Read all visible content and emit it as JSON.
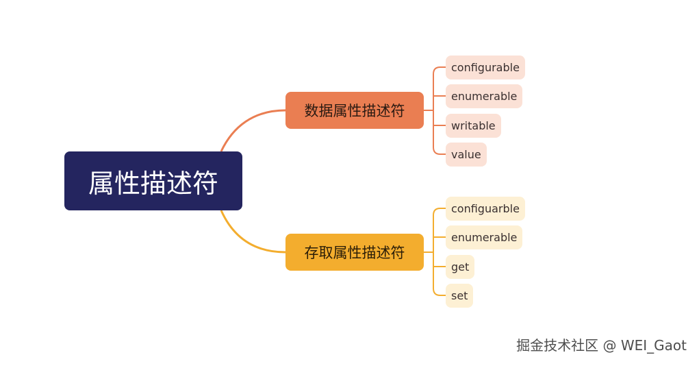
{
  "colors": {
    "root": "#24255f",
    "data_branch": "#ea7e52",
    "access_branch": "#f3ad2e",
    "data_leaf": "#fbe1d6",
    "access_leaf": "#fdf0d4"
  },
  "root": {
    "label": "属性描述符"
  },
  "branches": [
    {
      "label": "数据属性描述符",
      "children": [
        "configurable",
        "enumerable",
        "writable",
        "value"
      ]
    },
    {
      "label": "存取属性描述符",
      "children": [
        "configuarble",
        "enumerable",
        "get",
        "set"
      ]
    }
  ],
  "watermark": "掘金技术社区 @ WEI_Gaot"
}
